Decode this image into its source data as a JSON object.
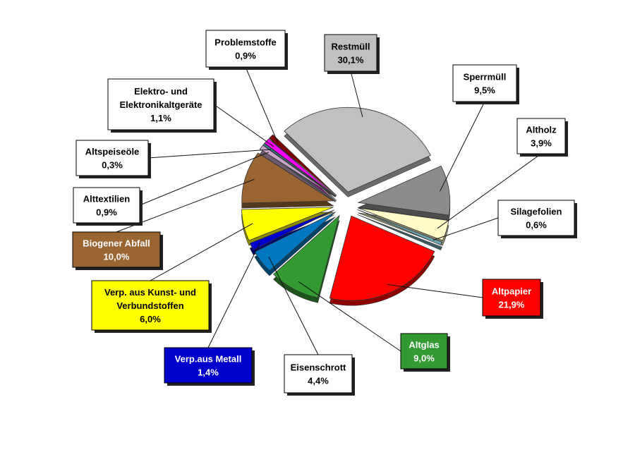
{
  "chart_data": {
    "type": "pie",
    "title": "",
    "slices": [
      {
        "label_lines": [
          "Restmüll"
        ],
        "value_text": "30,1%",
        "value": 30.1,
        "color": "#c0c0c0",
        "text_color": "#000000",
        "box_color": "#c0c0c0"
      },
      {
        "label_lines": [
          "Sperrmüll"
        ],
        "value_text": "9,5%",
        "value": 9.5,
        "color": "#8c8c8c",
        "text_color": "#000000",
        "box_color": "#ffffff"
      },
      {
        "label_lines": [
          "Altholz"
        ],
        "value_text": "3,9%",
        "value": 3.9,
        "color": "#fffcc8",
        "text_color": "#000000",
        "box_color": "#ffffff"
      },
      {
        "label_lines": [
          "Silagefolien"
        ],
        "value_text": "0,6%",
        "value": 0.6,
        "color": "#6aa7b3",
        "text_color": "#000000",
        "box_color": "#ffffff"
      },
      {
        "label_lines": [
          "Altpapier"
        ],
        "value_text": "21,9%",
        "value": 21.9,
        "color": "#ff0000",
        "text_color": "#ffffff",
        "box_color": "#ff0000"
      },
      {
        "label_lines": [
          "Altglas"
        ],
        "value_text": "9,0%",
        "value": 9.0,
        "color": "#339933",
        "text_color": "#ffffff",
        "box_color": "#339933"
      },
      {
        "label_lines": [
          "Eisenschrott"
        ],
        "value_text": "4,4%",
        "value": 4.4,
        "color": "#0077c0",
        "text_color": "#000000",
        "box_color": "#ffffff"
      },
      {
        "label_lines": [
          "Verp.aus Metall"
        ],
        "value_text": "1,4%",
        "value": 1.4,
        "color": "#0000cc",
        "text_color": "#ffffff",
        "box_color": "#0000cc"
      },
      {
        "label_lines": [
          "Verp. aus Kunst- und",
          "Verbundstoffen"
        ],
        "value_text": "6,0%",
        "value": 6.0,
        "color": "#ffff00",
        "text_color": "#000000",
        "box_color": "#ffff00"
      },
      {
        "label_lines": [
          "Biogener Abfall"
        ],
        "value_text": "10,0%",
        "value": 10.0,
        "color": "#996633",
        "text_color": "#ffffff",
        "box_color": "#996633"
      },
      {
        "label_lines": [
          "Alttextilien"
        ],
        "value_text": "0,9%",
        "value": 0.9,
        "color": "#c8a2c8",
        "text_color": "#000000",
        "box_color": "#ffffff"
      },
      {
        "label_lines": [
          "Altspeiseöle"
        ],
        "value_text": "0,3%",
        "value": 0.3,
        "color": "#3399aa",
        "text_color": "#000000",
        "box_color": "#ffffff"
      },
      {
        "label_lines": [
          "Elektro- und",
          "Elektronikaltgeräte"
        ],
        "value_text": "1,1%",
        "value": 1.1,
        "color": "#ff00ff",
        "text_color": "#000000",
        "box_color": "#ffffff"
      },
      {
        "label_lines": [
          "Problemstoffe"
        ],
        "value_text": "0,9%",
        "value": 0.9,
        "color": "#800000",
        "text_color": "#000000",
        "box_color": "#ffffff"
      }
    ]
  }
}
